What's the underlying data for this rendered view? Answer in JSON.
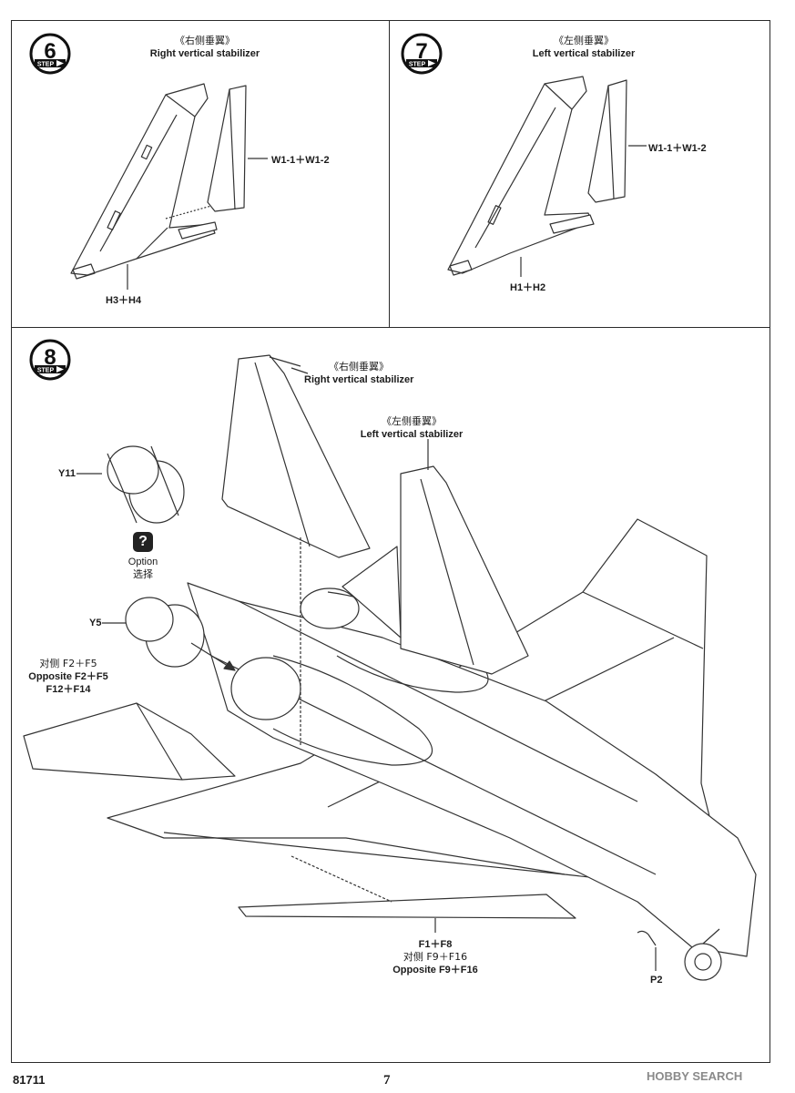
{
  "steps": [
    {
      "number": "6",
      "step_word": "STEP",
      "title_cn": "《右侧垂翼》",
      "title_en": "Right vertical stabilizer",
      "parts": [
        "W1-1＋W1-2",
        "H3＋H4"
      ]
    },
    {
      "number": "7",
      "step_word": "STEP",
      "title_cn": "《左侧垂翼》",
      "title_en": "Left vertical stabilizer",
      "parts": [
        "W1-1＋W1-2",
        "H1＋H2"
      ]
    },
    {
      "number": "8",
      "step_word": "STEP",
      "right_stab_cn": "《右侧垂翼》",
      "right_stab_en": "Right vertical stabilizer",
      "left_stab_cn": "《左侧垂翼》",
      "left_stab_en": "Left vertical stabilizer",
      "nozzle_parts": [
        "Y11",
        "Y5"
      ],
      "option_en": "Option",
      "option_cn": "选择",
      "option_icon": "?",
      "stab_parts": [
        "对侧 F2＋F5",
        "Opposite F2＋F5",
        "F12＋F14"
      ],
      "wing_parts": [
        "F1＋F8",
        "对侧 F9＋F16",
        "Opposite F9＋F16"
      ],
      "probe_part": "P2"
    }
  ],
  "footer": {
    "kit_code": "81711",
    "page_number": "7",
    "watermark": "HOBBY SEARCH"
  }
}
